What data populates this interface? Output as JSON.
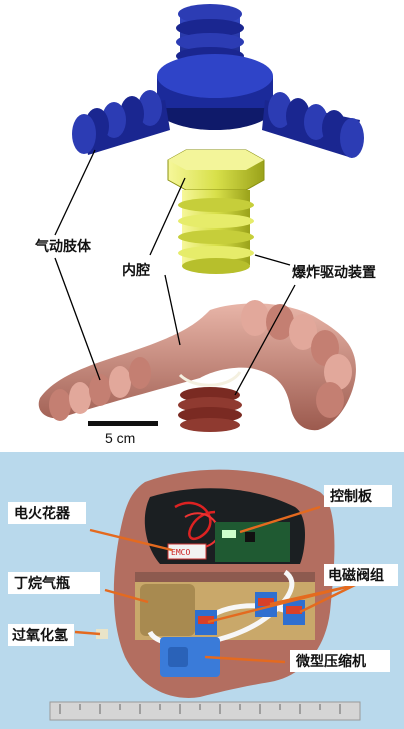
{
  "panel_a": {
    "labels": {
      "pneumatic_limb": "气动肢体",
      "inner_cavity": "内腔",
      "explosive_actuator": "爆炸驱动装置"
    },
    "scale_bar": "5 cm",
    "colors": {
      "limb_blue": "#1f2b8f",
      "actuator_yellow": "#d8e04a",
      "body_pink": "#c98a7e"
    }
  },
  "panel_b": {
    "labels": {
      "igniter": "电火花器",
      "control_board": "控制板",
      "butane_bottle": "丁烷气瓶",
      "solenoid_valves": "电磁阀组",
      "hydrogen_peroxide": "过氧化氢",
      "micro_compressor": "微型压缩机"
    },
    "igniter_tag": "EMCO",
    "colors": {
      "background": "#b9d9ec",
      "arrow_orange": "#e46a1f",
      "valve_blue": "#2f6fd0",
      "valve_red": "#d8402a"
    }
  }
}
